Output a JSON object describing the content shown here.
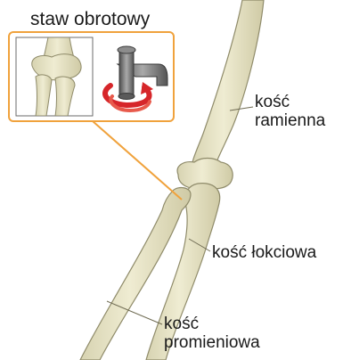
{
  "title": "staw obrotowy",
  "labels": {
    "humerus": [
      "kość",
      "ramienna"
    ],
    "ulna": "kość łokciowa",
    "radius": [
      "kość",
      "promieniowa"
    ]
  },
  "colors": {
    "bone_fill": "#e9e6c6",
    "bone_shade": "#c9c59e",
    "bone_outline": "#8f8b6a",
    "callout_line": "#f0a23c",
    "rotation_arrow": "#d6262a",
    "hinge_metal": "#6a6a6a"
  },
  "icons": {
    "hinge": "pivot-joint-icon",
    "rotation": "rotation-arrow-icon"
  }
}
